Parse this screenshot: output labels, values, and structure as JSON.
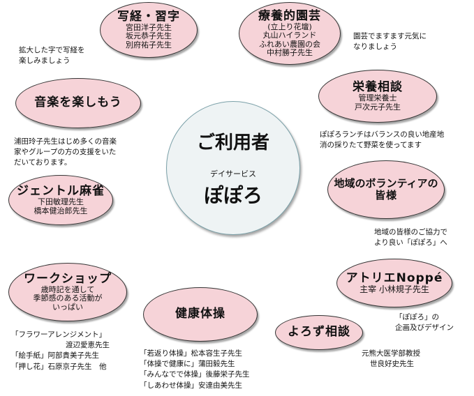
{
  "center": {
    "title": "ご利用者",
    "kana": "デイサービス",
    "name": "ぽぽろ"
  },
  "nodes": {
    "shakyo": {
      "title": "写経・習字",
      "lines": [
        "宮田洋子先生",
        "坂元恭子先生",
        "別府祐子先生"
      ]
    },
    "engei": {
      "title": "療養的園芸",
      "lines": [
        "(立上り花壇)",
        "丸山ハイランド",
        "ふれあい農園の会",
        "中村勝子先生"
      ]
    },
    "ongaku": {
      "title": "音楽を楽しもう"
    },
    "eiyo": {
      "title": "栄養相談",
      "lines": [
        "管理栄養士",
        "戸次元子先生"
      ]
    },
    "mahjong": {
      "title": "ジェントル麻雀",
      "lines": [
        "下田敏理先生",
        "橋本健治郎先生"
      ]
    },
    "chiiki": {
      "title_line1": "地域のボランティアの",
      "title_line2": "皆様"
    },
    "workshop": {
      "title": "ワークショップ",
      "lines": [
        "歳時記を通して",
        "季節感のある活動が",
        "いっぱい"
      ]
    },
    "atelier": {
      "title": "アトリエNoppé",
      "lines": [
        "主宰 小林規子先生"
      ]
    },
    "taiso": {
      "title": "健康体操"
    },
    "yorozu": {
      "title": "よろず相談"
    }
  },
  "notes": {
    "shakyo": [
      "拡大した字で写経を",
      "楽しみましょう"
    ],
    "engei": [
      "園芸でますます元気に",
      "なりましょう"
    ],
    "ongaku": [
      "浦田玲子先生はじめ多くの音楽",
      "家やグループの方の支援をいた",
      "だいております。"
    ],
    "eiyo": [
      "ぽぽろランチはバランスの良い地産地",
      "消の採りたて野菜を使ってます"
    ],
    "chiiki": [
      "地域の皆様のご協力で",
      "より良い「ぽぽろ」へ"
    ],
    "atelier": [
      "「ぽぽろ」の",
      "企画及びデザイン"
    ],
    "workshop": [
      "「フラワーアレンジメント」",
      "渡辺愛恵先生",
      "「絵手紙」阿部貴美子先生",
      "「押し花」石原京子先生　他"
    ],
    "taiso": [
      "「若返り体操」松本容生子先生",
      "「体操で健康に」蒲田毅先生",
      "「みんなでで体操」後藤栄子先生",
      "「しあわせ体操」安達由美先生"
    ],
    "yorozu": [
      "元熊大医学部教授",
      "世良好史先生"
    ]
  },
  "colors": {
    "node_fill": "#f6d3d8",
    "node_border": "#333333",
    "center_fill": "#eef3f4",
    "center_border": "#7aa0a8"
  }
}
